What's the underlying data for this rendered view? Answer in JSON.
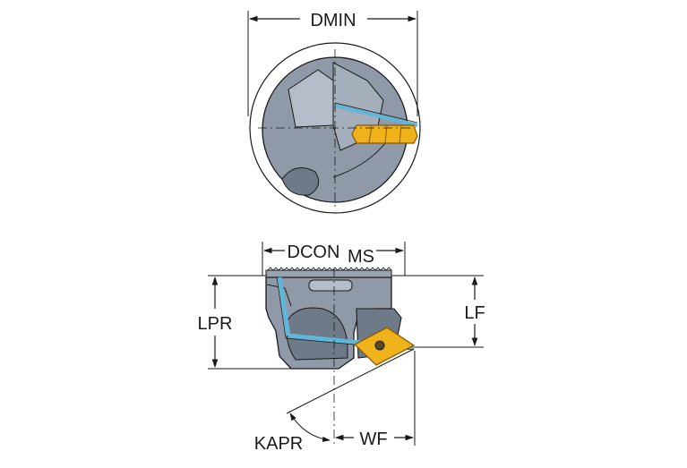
{
  "labels": {
    "dmin": "DMIN",
    "dcon": "DCON",
    "ms": "MS",
    "lpr": "LPR",
    "lf": "LF",
    "kapr": "KAPR",
    "wf": "WF"
  },
  "colors": {
    "body": "#8f99a8",
    "body_dark": "#6f7a89",
    "body_light": "#b4bdc9",
    "coolant": "#5fb6d8",
    "insert": "#f0b21a",
    "insert_dark": "#8a5a00",
    "line": "#1a1a1a",
    "background": "#ffffff"
  }
}
